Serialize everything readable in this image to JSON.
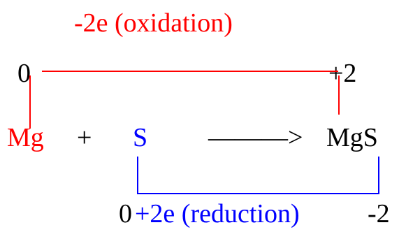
{
  "diagram": {
    "oxidation_label": "-2e (oxidation)",
    "ox_state_mg_left": "0",
    "ox_state_mgs_right": "+2",
    "equation": {
      "reactant_mg": "Mg",
      "plus_sign": "+",
      "reactant_s": "S",
      "arrow": "———>",
      "product": "MgS"
    },
    "ox_state_s_left": "0",
    "reduction_label": "+2e (reduction)",
    "ox_state_s_right": "-2"
  },
  "colors": {
    "oxidation": "#ff0000",
    "reduction": "#0000ff",
    "neutral": "#000000"
  }
}
